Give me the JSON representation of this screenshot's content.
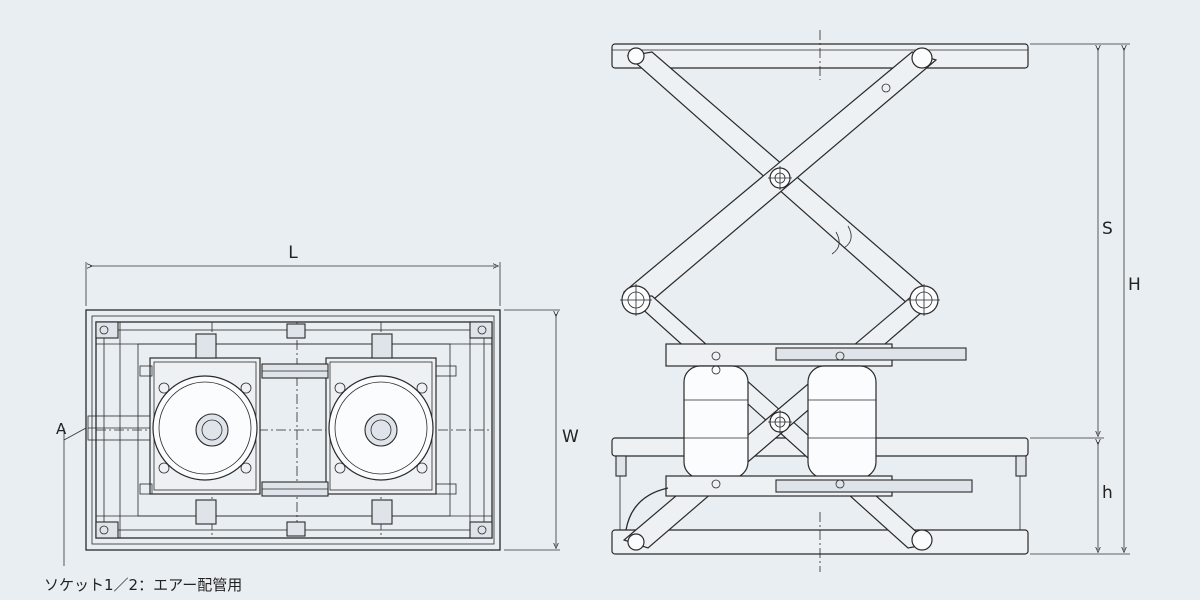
{
  "labels": {
    "length": "L",
    "width": "W",
    "stroke": "S",
    "height_max": "H",
    "height_min": "h",
    "air_port": "A",
    "socket_note": "ソケット1／2：エアー配管用"
  }
}
